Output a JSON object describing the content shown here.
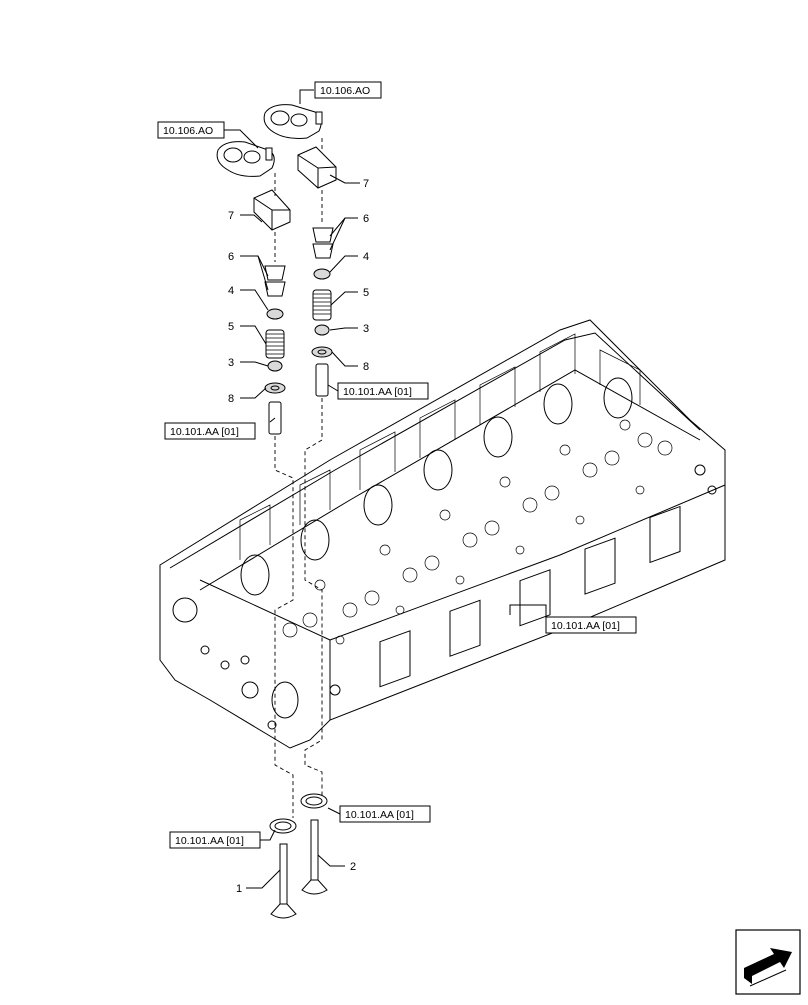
{
  "references": {
    "rocker_a": "10.106.AO",
    "rocker_b": "10.106.AO",
    "guide_a": "10.101.AA [01]",
    "guide_b": "10.101.AA [01]",
    "head": "10.101.AA [01]",
    "seat_a": "10.101.AA [01]",
    "seat_b": "10.101.AA [01]"
  },
  "callouts": {
    "c1": "1",
    "c2": "2",
    "c3a": "3",
    "c3b": "3",
    "c4a": "4",
    "c4b": "4",
    "c5a": "5",
    "c5b": "5",
    "c6a": "6",
    "c6b": "6",
    "c7a": "7",
    "c7b": "7",
    "c8a": "8",
    "c8b": "8"
  },
  "icons": {
    "nav": "next-page-arrow-icon"
  }
}
